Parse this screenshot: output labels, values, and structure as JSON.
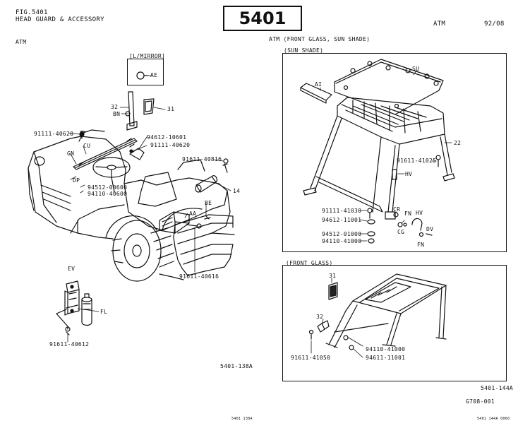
{
  "header": {
    "fig": "FIG.5401",
    "title": "HEAD GUARD & ACCESSORY",
    "page_number": "5401",
    "model": "ATM",
    "date": "92/08"
  },
  "left_panel": {
    "caption": "ATM",
    "inset_title": "[L/MIRROR]",
    "drawing_id": "5401-138A",
    "labels": {
      "ae": "AE",
      "n32": "32",
      "n31": "31",
      "bn": "BN",
      "p91111_40620a": "91111-40620",
      "p94612_10601": "94612-10601",
      "p91111_40620b": "91111-40620",
      "gn": "GN",
      "cu": "CU",
      "p91611_40816": "91611-40816",
      "dp": "DP",
      "p94512_00600": "94512-00600",
      "p94110_40600": "94110-40600",
      "n14": "14",
      "be": "BE",
      "aa": "AA",
      "p91611_40616": "91611-40616",
      "ev": "EV",
      "fl": "FL",
      "p91611_40612": "91611-40612"
    }
  },
  "right_panel": {
    "caption": "ATM (FRONT GLASS, SUN SHADE)",
    "sun_shade": {
      "title": "(SUN SHADE)",
      "labels": {
        "ai": "AI",
        "su": "SU",
        "n22": "22",
        "p91611_41025": "91611-41025",
        "hv1": "HV",
        "p91111_41030": "91111-41030",
        "p94612_11001": "94612-11001",
        "p94512_01000": "94512-01000",
        "p94110_41000": "94110-41000",
        "cr": "CR",
        "fn1": "FN",
        "hv2": "HV",
        "cg": "CG",
        "dv": "DV",
        "fn2": "FN"
      }
    },
    "front_glass": {
      "title": "(FRONT GLASS)",
      "labels": {
        "n31": "31",
        "n32": "32",
        "p94110_41000": "94110-41000",
        "p91611_41050": "91611-41050",
        "p94611_11001": "94611-11001"
      }
    },
    "drawing_id": "5401-144A"
  },
  "footer": {
    "ref_code": "G708-001",
    "scan_left": "5401  138A",
    "scan_right": "5401  144A  0060"
  }
}
